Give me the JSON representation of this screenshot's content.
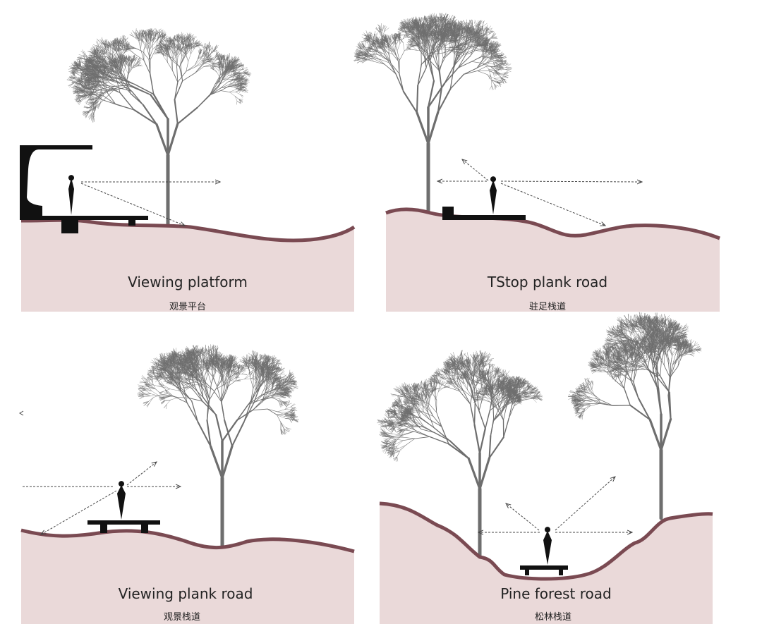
{
  "colors": {
    "ground": "#ead9d9",
    "ground_line": "#7a4a52",
    "tree": "#6e6e6e",
    "structure": "#111111"
  },
  "panels": [
    {
      "title": "Viewing platform",
      "subtitle": "观景平台"
    },
    {
      "title": "TStop plank road",
      "subtitle": "驻足栈道"
    },
    {
      "title": "Viewing plank road",
      "subtitle": "观景栈道"
    },
    {
      "title": "Pine forest road",
      "subtitle": "松林栈道"
    }
  ]
}
